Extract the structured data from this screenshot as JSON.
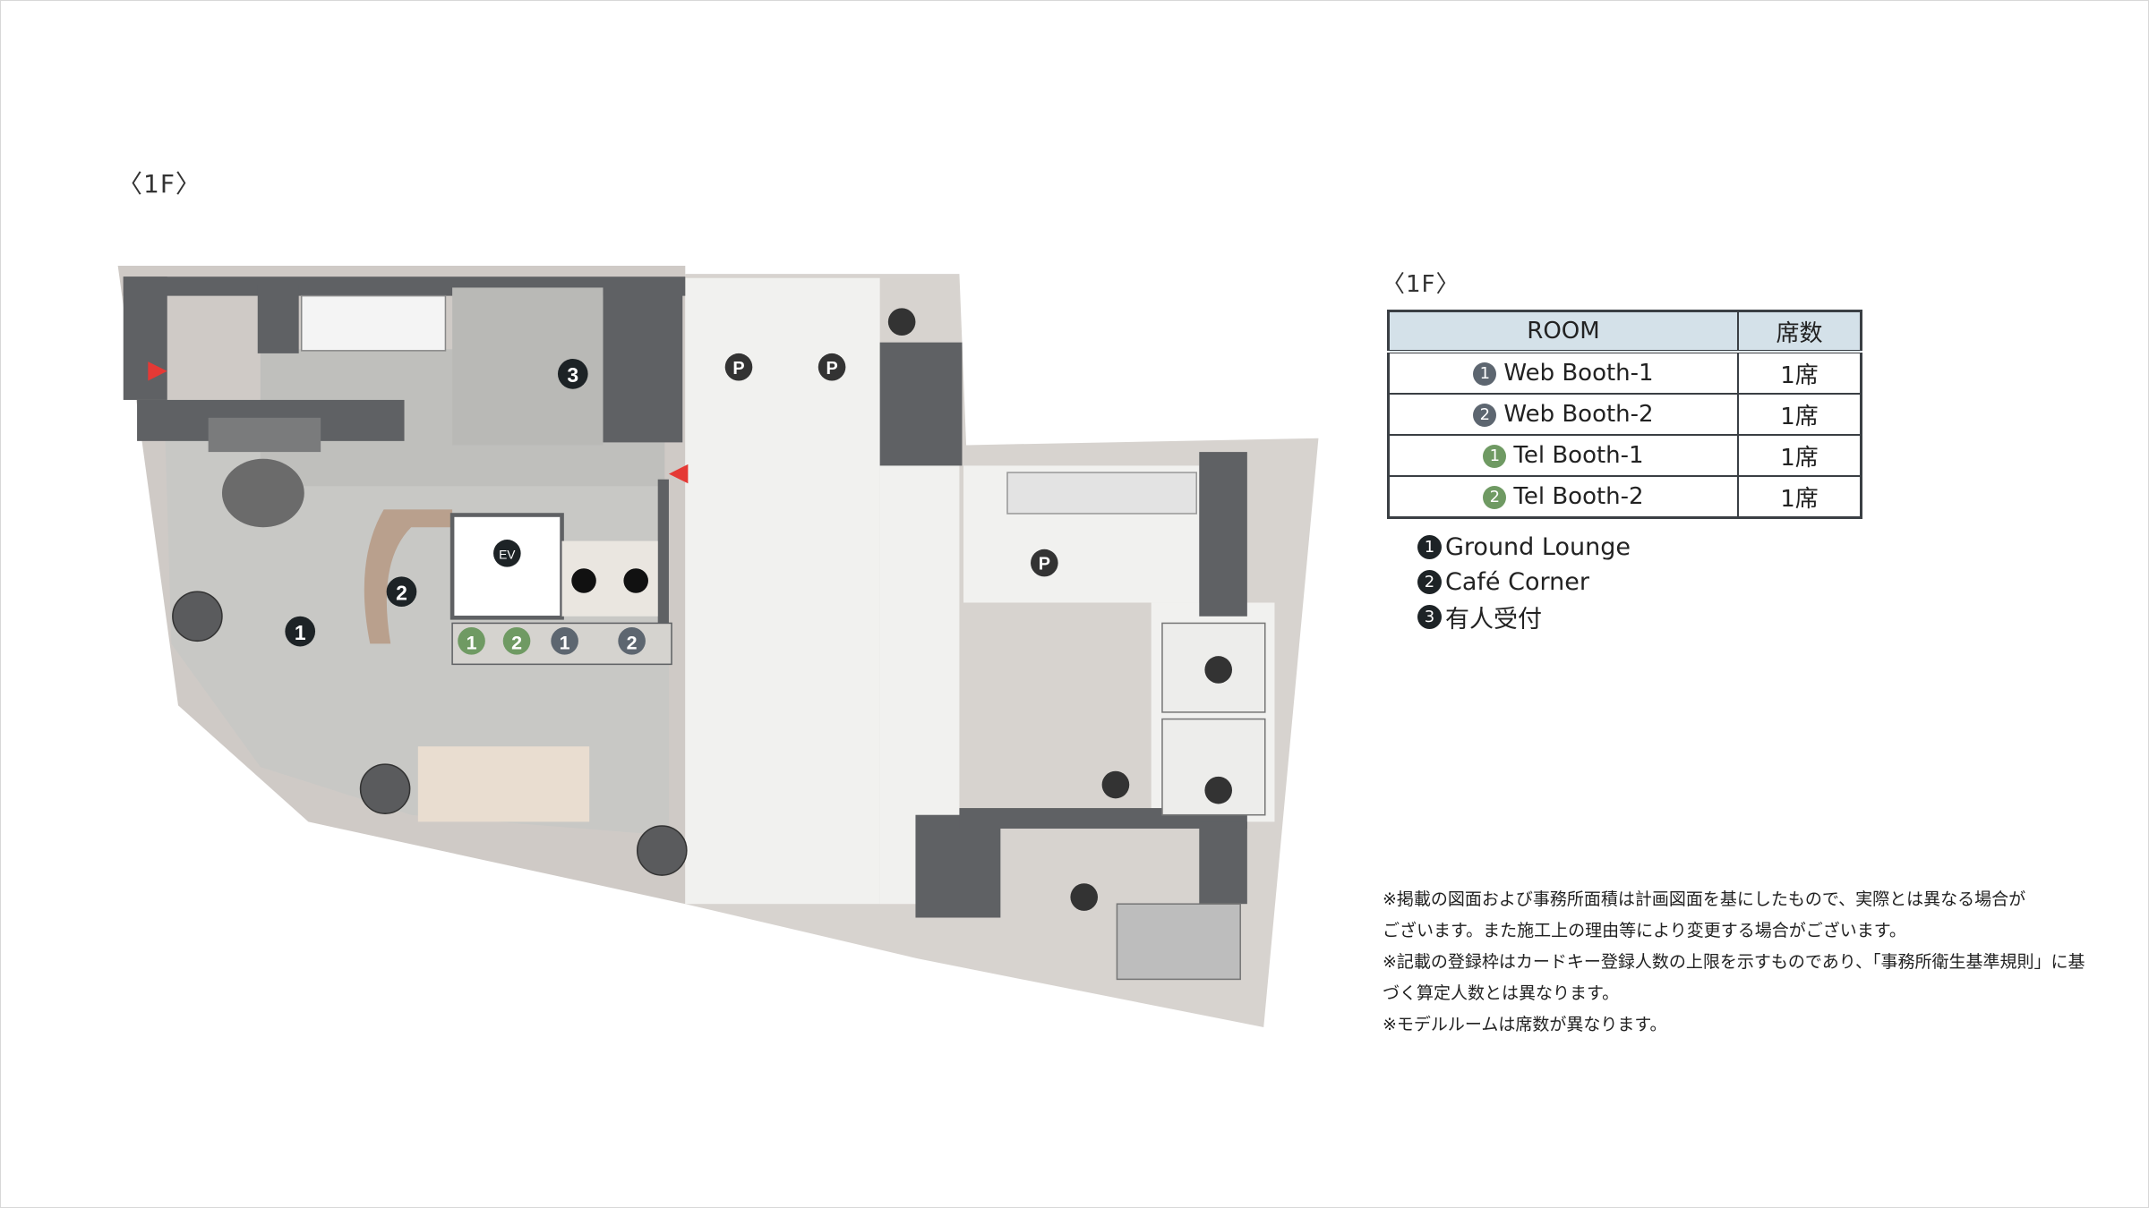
{
  "plan_title": "〈1F〉",
  "legend_title": "〈1F〉",
  "table": {
    "headers": [
      "ROOM",
      "席数"
    ],
    "rows": [
      {
        "num": "1",
        "name": "Web Booth-1",
        "seats": "1席",
        "color": "#5d6670"
      },
      {
        "num": "2",
        "name": "Web Booth-2",
        "seats": "1席",
        "color": "#5d6670"
      },
      {
        "num": "1",
        "name": "Tel Booth-1",
        "seats": "1席",
        "color": "#6f9a63"
      },
      {
        "num": "2",
        "name": "Tel Booth-2",
        "seats": "1席",
        "color": "#6f9a63"
      }
    ]
  },
  "legend": [
    {
      "num": "1",
      "label": "Ground Lounge"
    },
    {
      "num": "2",
      "label": "Café Corner"
    },
    {
      "num": "3",
      "label": "有人受付"
    }
  ],
  "notes": [
    "※掲載の図面および事務所面積は計画図面を基にしたもので、実際とは異なる場合が",
    "ございます。また施工上の理由等により変更する場合がございます。",
    "※記載の登録枠はカードキー登録人数の上限を示すものであり、「事務所衛生基準規則」に基",
    "づく算定人数とは異なります。",
    "※モデルルームは席数が異なります。"
  ],
  "plan_labels": {
    "zone1": "1",
    "zone2": "2",
    "zone3": "3",
    "web1": "1",
    "web2": "2",
    "tel1": "1",
    "tel2": "2",
    "parking": "P",
    "ev": "EV"
  },
  "colors": {
    "wall": "#5f6164",
    "floor": "#c8c8c5",
    "site": "#cfcac6",
    "parking": "#f1f1ef",
    "web": "#5d6670",
    "tel": "#6f9a63",
    "marker": "#1d2326",
    "arrow": "#e53935"
  }
}
